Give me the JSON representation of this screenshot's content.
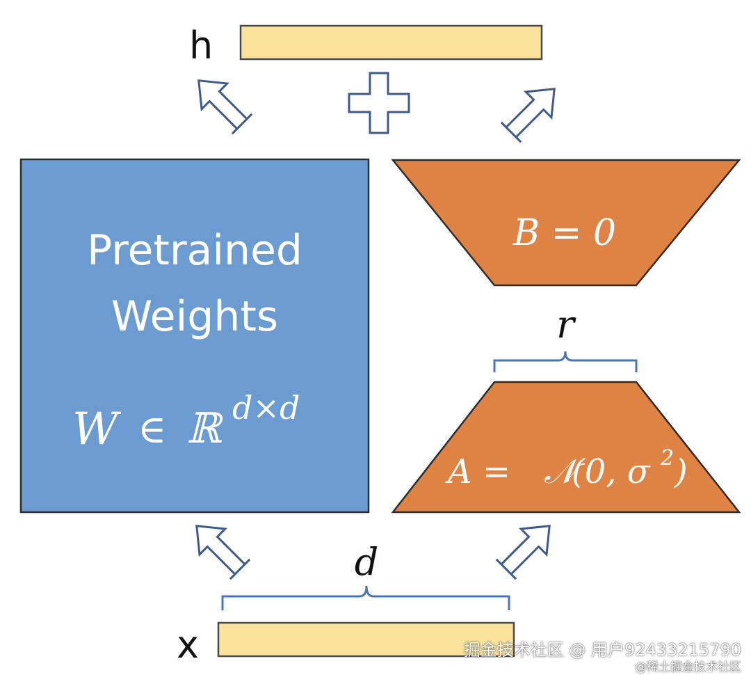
{
  "labels": {
    "h": "h",
    "x": "x",
    "pretrained_line1": "Pretrained",
    "pretrained_line2": "Weights",
    "W": "W",
    "elem": "∈",
    "R": "ℝ",
    "dxd": "d×d",
    "B_eq": "B = 0",
    "A_eq": "A = ",
    "normal": "𝒩",
    "normal_args": "(0, σ",
    "sq": "2",
    "close_paren": ")",
    "r": "r",
    "d": "d"
  },
  "watermark": {
    "main": "掘金技术社区 @ 用户92433215790",
    "sub": "@稀土掘金技术社区"
  },
  "colors": {
    "vector_fill": "#fae29a",
    "weights_blue": "#6b9bd1",
    "lora_orange": "#df8345",
    "arrow_stroke": "#3d5a8c",
    "brace_blue": "#4a76b8",
    "text_dark": "#111111"
  },
  "icons": {
    "plus": "plus-icon",
    "arrows": "outline-arrow-icon"
  }
}
